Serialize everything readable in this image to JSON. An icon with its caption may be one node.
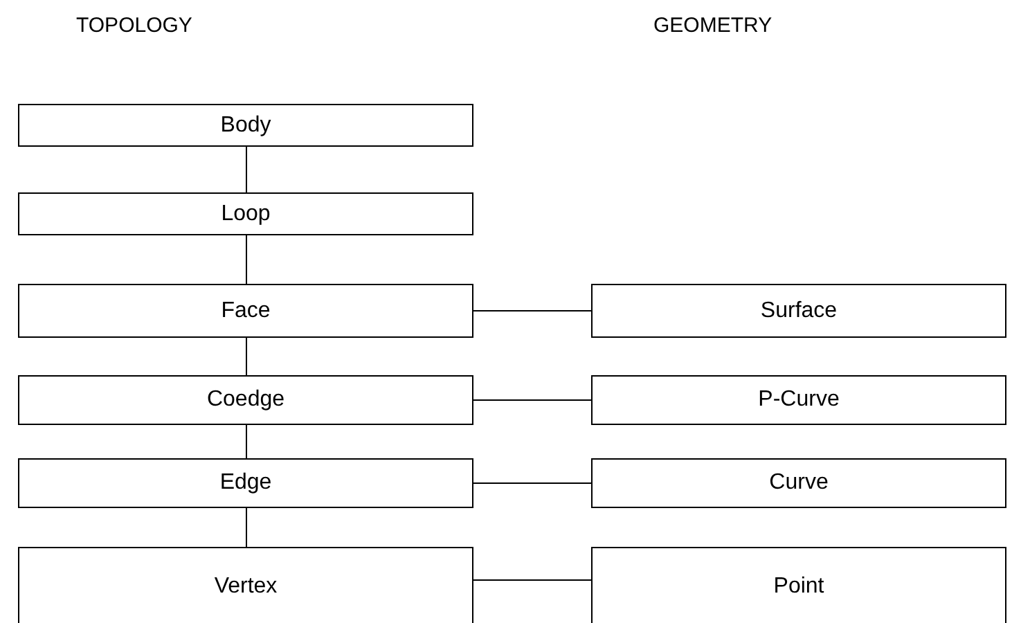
{
  "diagram": {
    "nodes": [
      {
        "text": [
          "Body"
        ]
      },
      {
        "text": [
          "Loop"
        ]
      },
      {
        "text": [
          "Face"
        ]
      },
      {
        "text": [
          "Surface"
        ]
      },
      {
        "text": [
          "Coedge"
        ]
      },
      {
        "text": [
          "P-Curve"
        ]
      },
      {
        "text": [
          "Edge"
        ]
      },
      {
        "text": [
          "Curve"
        ]
      },
      {
        "text": [
          "Vertex"
        ]
      },
      {
        "text": [
          "Point"
        ]
      }
    ],
    "edges": [
      {
        "from": 0,
        "to": 1,
        "arrow": "none"
      },
      {
        "from": 1,
        "to": 2,
        "arrow": "none"
      },
      {
        "from": 2,
        "to": 4,
        "arrow": "none"
      },
      {
        "from": 4,
        "to": 6,
        "arrow": "none"
      },
      {
        "from": 6,
        "to": 8,
        "arrow": "none"
      },
      {
        "from": 2,
        "to": 3,
        "arrow": "none"
      },
      {
        "from": 4,
        "to": 5,
        "arrow": "none"
      },
      {
        "from": 6,
        "to": 7,
        "arrow": "none"
      },
      {
        "from": 8,
        "to": 9,
        "arrow": "none"
      }
    ],
    "labels": [
      "TOPOLOGY",
      "GEOMETRY"
    ]
  }
}
